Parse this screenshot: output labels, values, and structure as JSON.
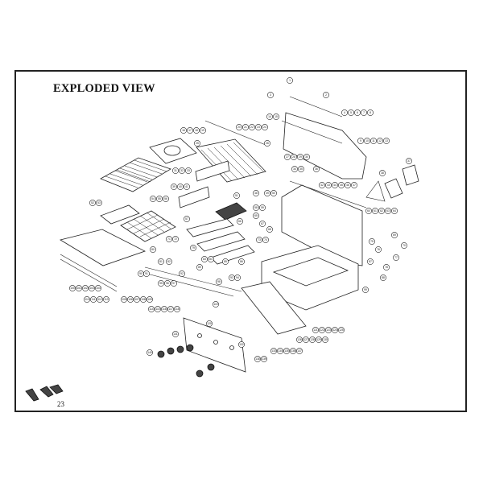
{
  "title": "EXPLODED VIEW",
  "page_number": "23",
  "colors": {
    "line": "#222222",
    "background": "#ffffff",
    "frame": "#222222"
  },
  "callouts": [
    "1",
    "2",
    "3",
    "4",
    "5",
    "6",
    "7",
    "8",
    "9",
    "10",
    "11",
    "12",
    "13",
    "14",
    "15",
    "16",
    "17",
    "18",
    "19",
    "20",
    "21",
    "22",
    "23",
    "24",
    "25",
    "26",
    "27",
    "28",
    "29",
    "30",
    "31",
    "32",
    "33",
    "34",
    "35",
    "36",
    "37",
    "38",
    "39",
    "40",
    "41",
    "42",
    "43",
    "44",
    "45",
    "46",
    "47",
    "48",
    "49",
    "50",
    "51",
    "52",
    "53",
    "54",
    "55",
    "56",
    "57",
    "58",
    "59",
    "60",
    "61",
    "62",
    "63",
    "64",
    "65",
    "66",
    "67",
    "68",
    "69",
    "70",
    "71",
    "72",
    "73",
    "74",
    "75",
    "76",
    "77",
    "78",
    "79",
    "80",
    "81",
    "82",
    "83",
    "84",
    "85",
    "86",
    "87",
    "88",
    "89",
    "90",
    "91",
    "92",
    "93",
    "94",
    "95",
    "96",
    "97",
    "98",
    "99",
    "100",
    "101",
    "102",
    "103",
    "104",
    "105",
    "106",
    "107",
    "108",
    "109",
    "110",
    "111",
    "112",
    "113",
    "114",
    "115",
    "116",
    "117",
    "118",
    "119",
    "120",
    "121",
    "122",
    "123",
    "124",
    "125",
    "126",
    "127",
    "128",
    "129",
    "130",
    "131",
    "132",
    "133",
    "134",
    "135",
    "136",
    "137",
    "138",
    "139",
    "140"
  ]
}
